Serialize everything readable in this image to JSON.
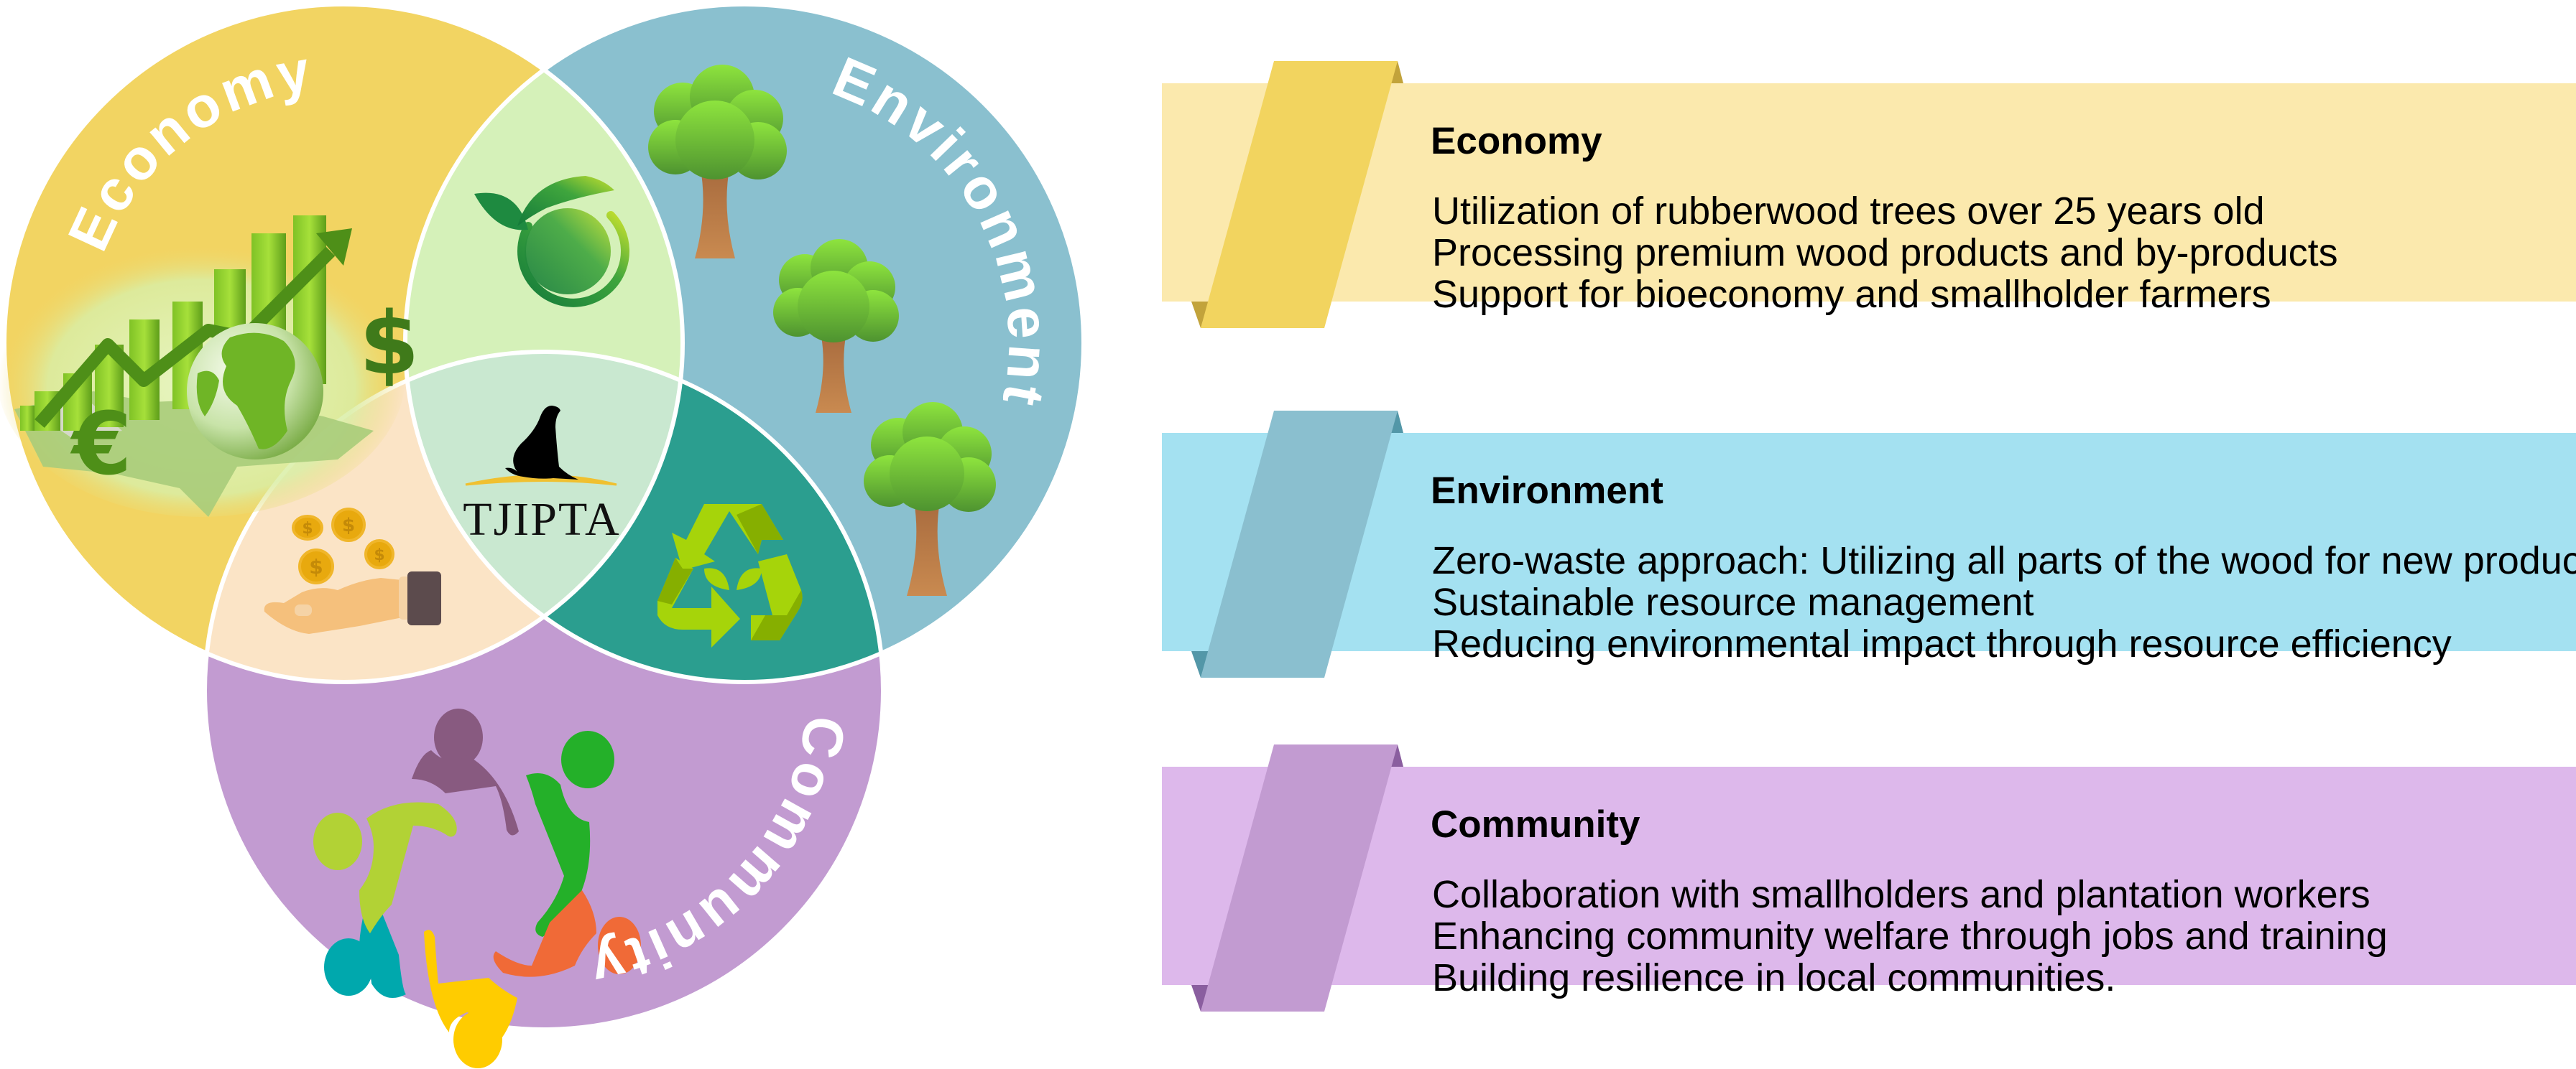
{
  "venn": {
    "circles": [
      {
        "id": "economy",
        "label": "Economy",
        "color": "#F2D462"
      },
      {
        "id": "environment",
        "label": "Environment",
        "color": "#8AC0CF"
      },
      {
        "id": "community",
        "label": "Community",
        "color": "#C29BD1"
      }
    ],
    "intersections": {
      "economy_environment": {
        "color": "#D5F1B9",
        "icon": "eco-globe-icon"
      },
      "economy_community": {
        "color": "#FBE4C6",
        "icon": "hand-coins-icon"
      },
      "environment_community": {
        "color": "#2B9E8F",
        "icon": "recycle-icon"
      },
      "center": {
        "color": "#C9E8D0",
        "icon": "seal-logo-icon",
        "logo_text": "TJIPTA"
      }
    },
    "region_icons": {
      "economy": "growth-chart-globe-icon",
      "environment": "trees-icon",
      "community": "people-circle-icon"
    }
  },
  "panels": [
    {
      "id": "economy",
      "heading": "Economy",
      "items": [
        "Utilization of rubberwood trees over 25 years old",
        "Processing premium wood products and by-products",
        "Support for bioeconomy and smallholder farmers"
      ],
      "band_color": "#FBE9AD",
      "ribbon_color": "#F2D45F",
      "fold_color": "#C2A33B"
    },
    {
      "id": "environment",
      "heading": "Environment",
      "items": [
        "Zero-waste approach: Utilizing all parts of the wood for new products",
        "Sustainable resource management",
        "Reducing environmental impact through resource efficiency"
      ],
      "band_color": "#A4E1F1",
      "ribbon_color": "#8ABFCF",
      "fold_color": "#5397A8"
    },
    {
      "id": "community",
      "heading": "Community",
      "items": [
        "Collaboration with smallholders and plantation workers",
        "Enhancing community welfare through jobs and training",
        "Building resilience in local communities."
      ],
      "band_color": "#DDB8EB",
      "ribbon_color": "#C29BD1",
      "fold_color": "#8A5E9F"
    }
  ]
}
